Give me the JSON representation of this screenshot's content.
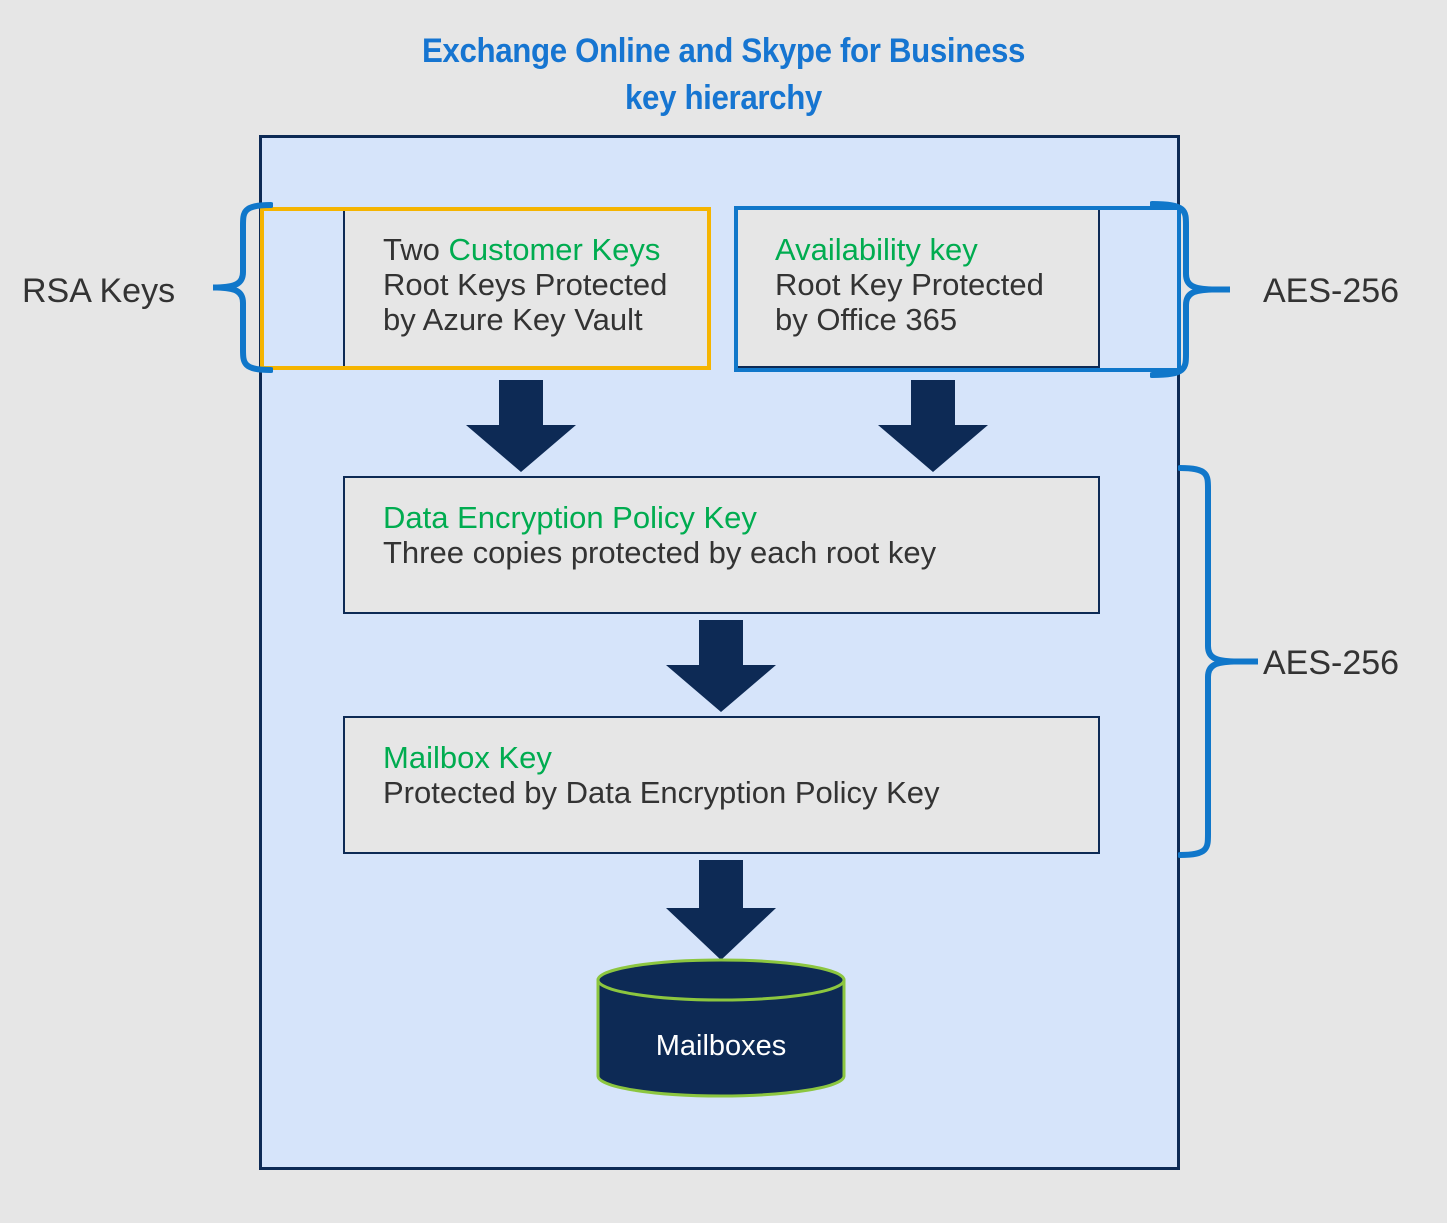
{
  "title": "Exchange Online and Skype for Business\nkey hierarchy",
  "colors": {
    "background": "#e6e6e6",
    "container_fill": "#d6e4fa",
    "container_border": "#0d2a55",
    "box_fill": "#e6e6e6",
    "title_blue": "#1675d1",
    "accent_green": "#00ac50",
    "highlight_yellow": "#f5b400",
    "highlight_blue": "#1077ca",
    "brace_blue": "#1077ca",
    "arrow_navy": "#0d2a55",
    "cylinder_fill": "#0d2a55",
    "cylinder_stroke": "#8cc63f",
    "body_text": "#333333"
  },
  "boxes": {
    "customer_keys": {
      "line1_prefix": "Two ",
      "line1_accent": "Customer Keys",
      "line2": "Root Keys Protected",
      "line3": "by Azure Key Vault"
    },
    "availability_key": {
      "line1_accent": "Availability key",
      "line2": "Root Key Protected",
      "line3": "by Office 365"
    },
    "data_encryption_policy_key": {
      "line1_accent": "Data Encryption Policy Key",
      "line2": "Three copies protected by each root key"
    },
    "mailbox_key": {
      "line1_accent": "Mailbox Key",
      "line2": "Protected by Data Encryption Policy Key"
    }
  },
  "cylinder": {
    "label": "Mailboxes"
  },
  "annotations": {
    "rsa_keys": "RSA Keys",
    "aes_top": "AES-256",
    "aes_bottom": "AES-256"
  },
  "icons": {
    "arrow_down": "arrow-down-icon",
    "brace_left": "curly-brace-left-icon",
    "brace_right": "curly-brace-right-icon",
    "database": "database-cylinder-icon"
  }
}
